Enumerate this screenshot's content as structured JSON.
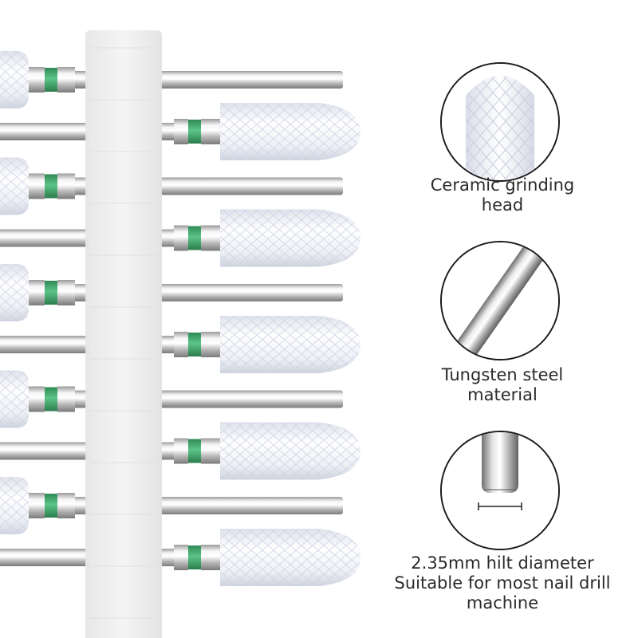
{
  "product": {
    "image_subject": "Nail drill bits in holder",
    "colors": {
      "background": "#ffffff",
      "holder": "#eeeeee",
      "ceramic": "#f3f4f8",
      "band": "#3ea86a",
      "steel_light": "#fafafa",
      "steel_dark": "#8a8a8a"
    },
    "bits_per_side": 5
  },
  "features": [
    {
      "icon": "ceramic-head-icon",
      "lines": [
        "Ceramic grinding",
        "head"
      ]
    },
    {
      "icon": "steel-shank-icon",
      "lines": [
        "Tungsten steel",
        "material"
      ]
    },
    {
      "icon": "shank-diameter-icon",
      "lines": [
        "2.35mm hilt diameter",
        "Suitable for most nail drill",
        "machine"
      ]
    }
  ]
}
